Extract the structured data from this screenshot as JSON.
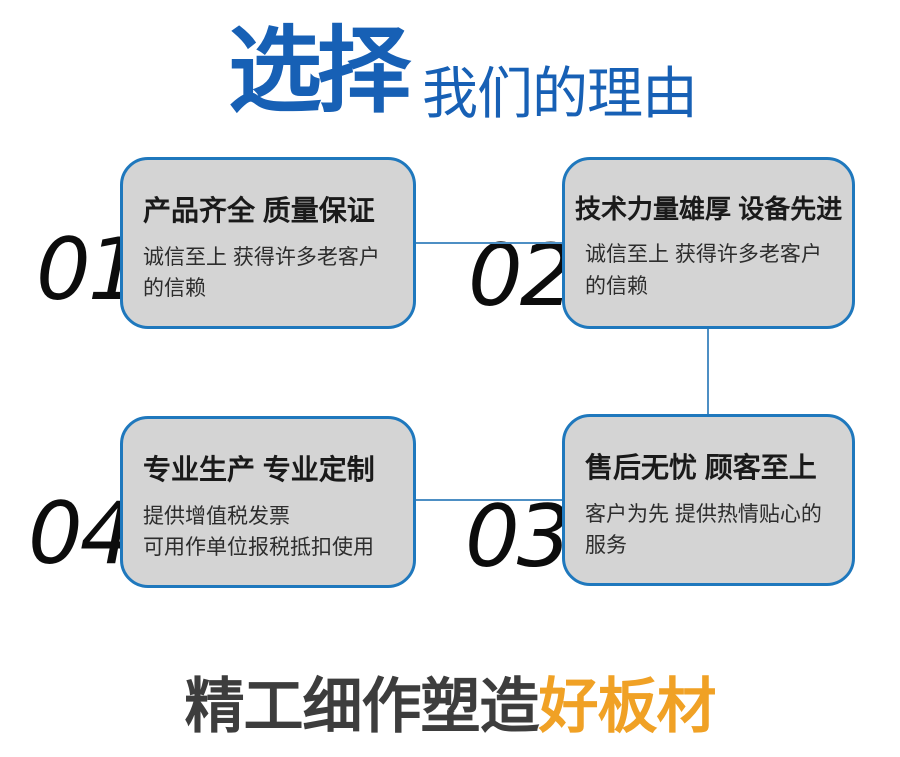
{
  "header": {
    "title_main": "选择",
    "title_sub": "我们的理由"
  },
  "cards": [
    {
      "number": "01",
      "title": "产品齐全 质量保证",
      "body": "诚信至上 获得许多老客户\n的信赖"
    },
    {
      "number": "02",
      "title": "技术力量雄厚 设备先进",
      "body": "诚信至上 获得许多老客户\n的信赖"
    },
    {
      "number": "04",
      "title": "专业生产 专业定制",
      "body": "提供增值税发票\n可用作单位报税抵扣使用"
    },
    {
      "number": "03",
      "title": "售后无忧 顾客至上",
      "body": "客户为先 提供热情贴心的\n服务"
    }
  ],
  "footer": {
    "text_gray": "精工细作塑造",
    "text_orange": "好板材"
  },
  "colors": {
    "title_blue": "#1760b5",
    "card_border_blue": "#1f78bd",
    "card_fill_gray": "#d4d4d4",
    "connector_blue": "#4d8fc4",
    "number_black": "#0c0c0c",
    "footer_gray": "#3d3d3d",
    "footer_orange": "#f0a125"
  }
}
